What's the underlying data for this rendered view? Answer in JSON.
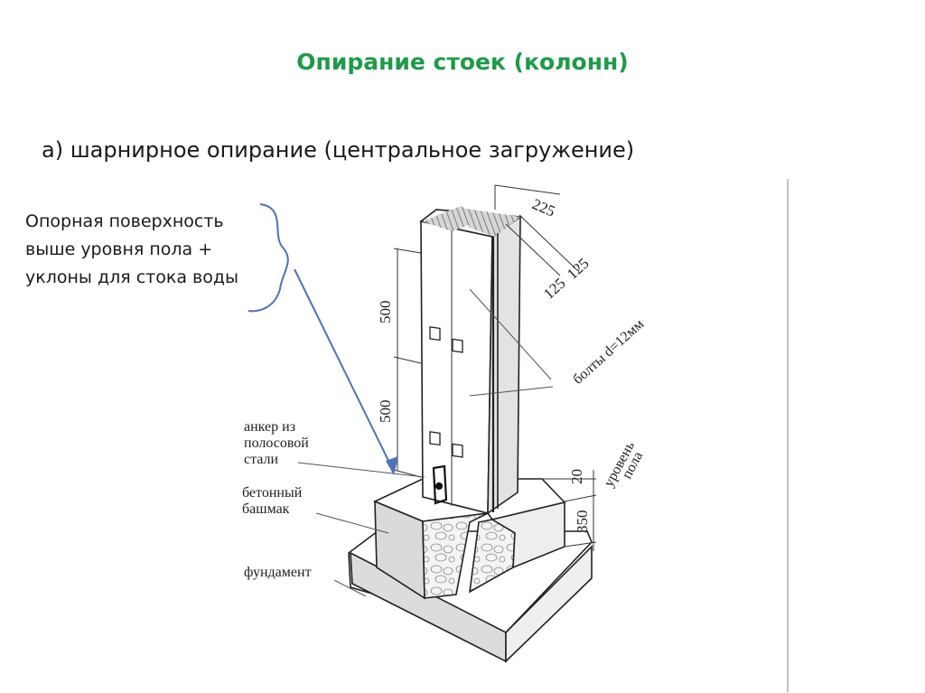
{
  "title": "Опирание стоек (колонн)",
  "subtitle": "а) шарнирное опирание (центральное загружение)",
  "note": {
    "lines": [
      "Опорная поверхность",
      "выше уровня пола +",
      "уклоны для стока воды"
    ]
  },
  "drawing": {
    "dim_top": "225",
    "dim_side_1": "125",
    "dim_side_2": "125",
    "dim_upper": "500",
    "dim_lower": "500",
    "dim_20": "20",
    "dim_350": "350",
    "bolts": "болты d=12мм",
    "floor_level": [
      "уровень",
      "пола"
    ],
    "anchor": [
      "анкер из",
      "полосовой",
      "стали"
    ],
    "concrete_shoe": [
      "бетонный",
      "башмак"
    ],
    "foundation": "фундамент"
  },
  "colors": {
    "title": "#1f9a49",
    "annotation_line": "#4f72b8"
  }
}
